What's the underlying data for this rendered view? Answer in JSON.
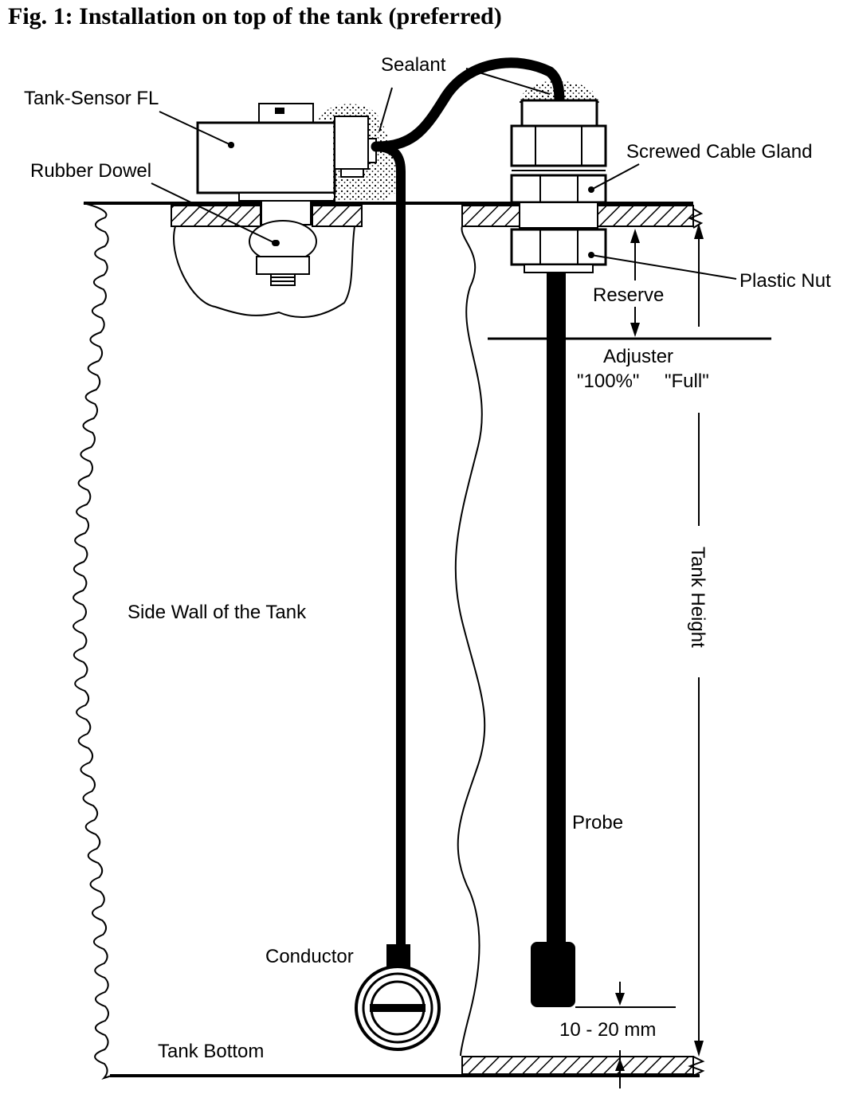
{
  "title": "Fig. 1:  Installation on top of the tank (preferred)",
  "labels": {
    "sealant": "Sealant",
    "tank_sensor": "Tank-Sensor FL",
    "rubber_dowel": "Rubber Dowel",
    "cable_gland": "Screwed Cable Gland",
    "plastic_nut": "Plastic Nut",
    "reserve": "Reserve",
    "adjuster": "Adjuster",
    "adjuster_100": "\"100%\"",
    "adjuster_full": "\"Full\"",
    "tank_height": "Tank Height",
    "side_wall": "Side Wall of the Tank",
    "probe": "Probe",
    "conductor": "Conductor",
    "gap": "10 - 20 mm",
    "tank_bottom": "Tank Bottom"
  }
}
